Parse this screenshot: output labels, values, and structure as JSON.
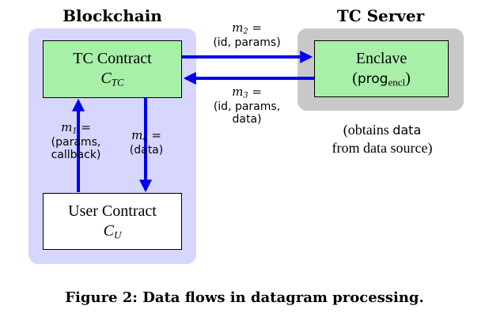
{
  "regions": {
    "blockchain_title": "Blockchain",
    "server_title": "TC Server"
  },
  "nodes": {
    "tc_contract": {
      "title": "TC Contract",
      "symbol_main": "C",
      "symbol_sub": "TC"
    },
    "enclave": {
      "title": "Enclave",
      "prog": "prog",
      "prog_sub": "encl"
    },
    "user_contract": {
      "title": "User Contract",
      "symbol_main": "C",
      "symbol_sub": "U"
    }
  },
  "messages": {
    "m1": {
      "name": "m1 =",
      "lines": [
        "(params,",
        "callback)"
      ]
    },
    "m2": {
      "name": "m2 =",
      "lines": [
        "(id, params)"
      ]
    },
    "m3": {
      "name": "m3 =",
      "lines": [
        "(id, params,",
        "data)"
      ]
    },
    "m4": {
      "name": "m4 =",
      "lines": [
        "(data)"
      ]
    }
  },
  "note": {
    "line1_prefix": "(obtains",
    "line1_mono": "data",
    "line2": "from data source)"
  },
  "caption": "Figure 2: Data flows in datagram processing.",
  "colors": {
    "blockchain_bg": "#d6d6ff",
    "server_bg": "#c8c8c8",
    "node_green": "#a8f0a8",
    "arrow": "#0000ee"
  }
}
